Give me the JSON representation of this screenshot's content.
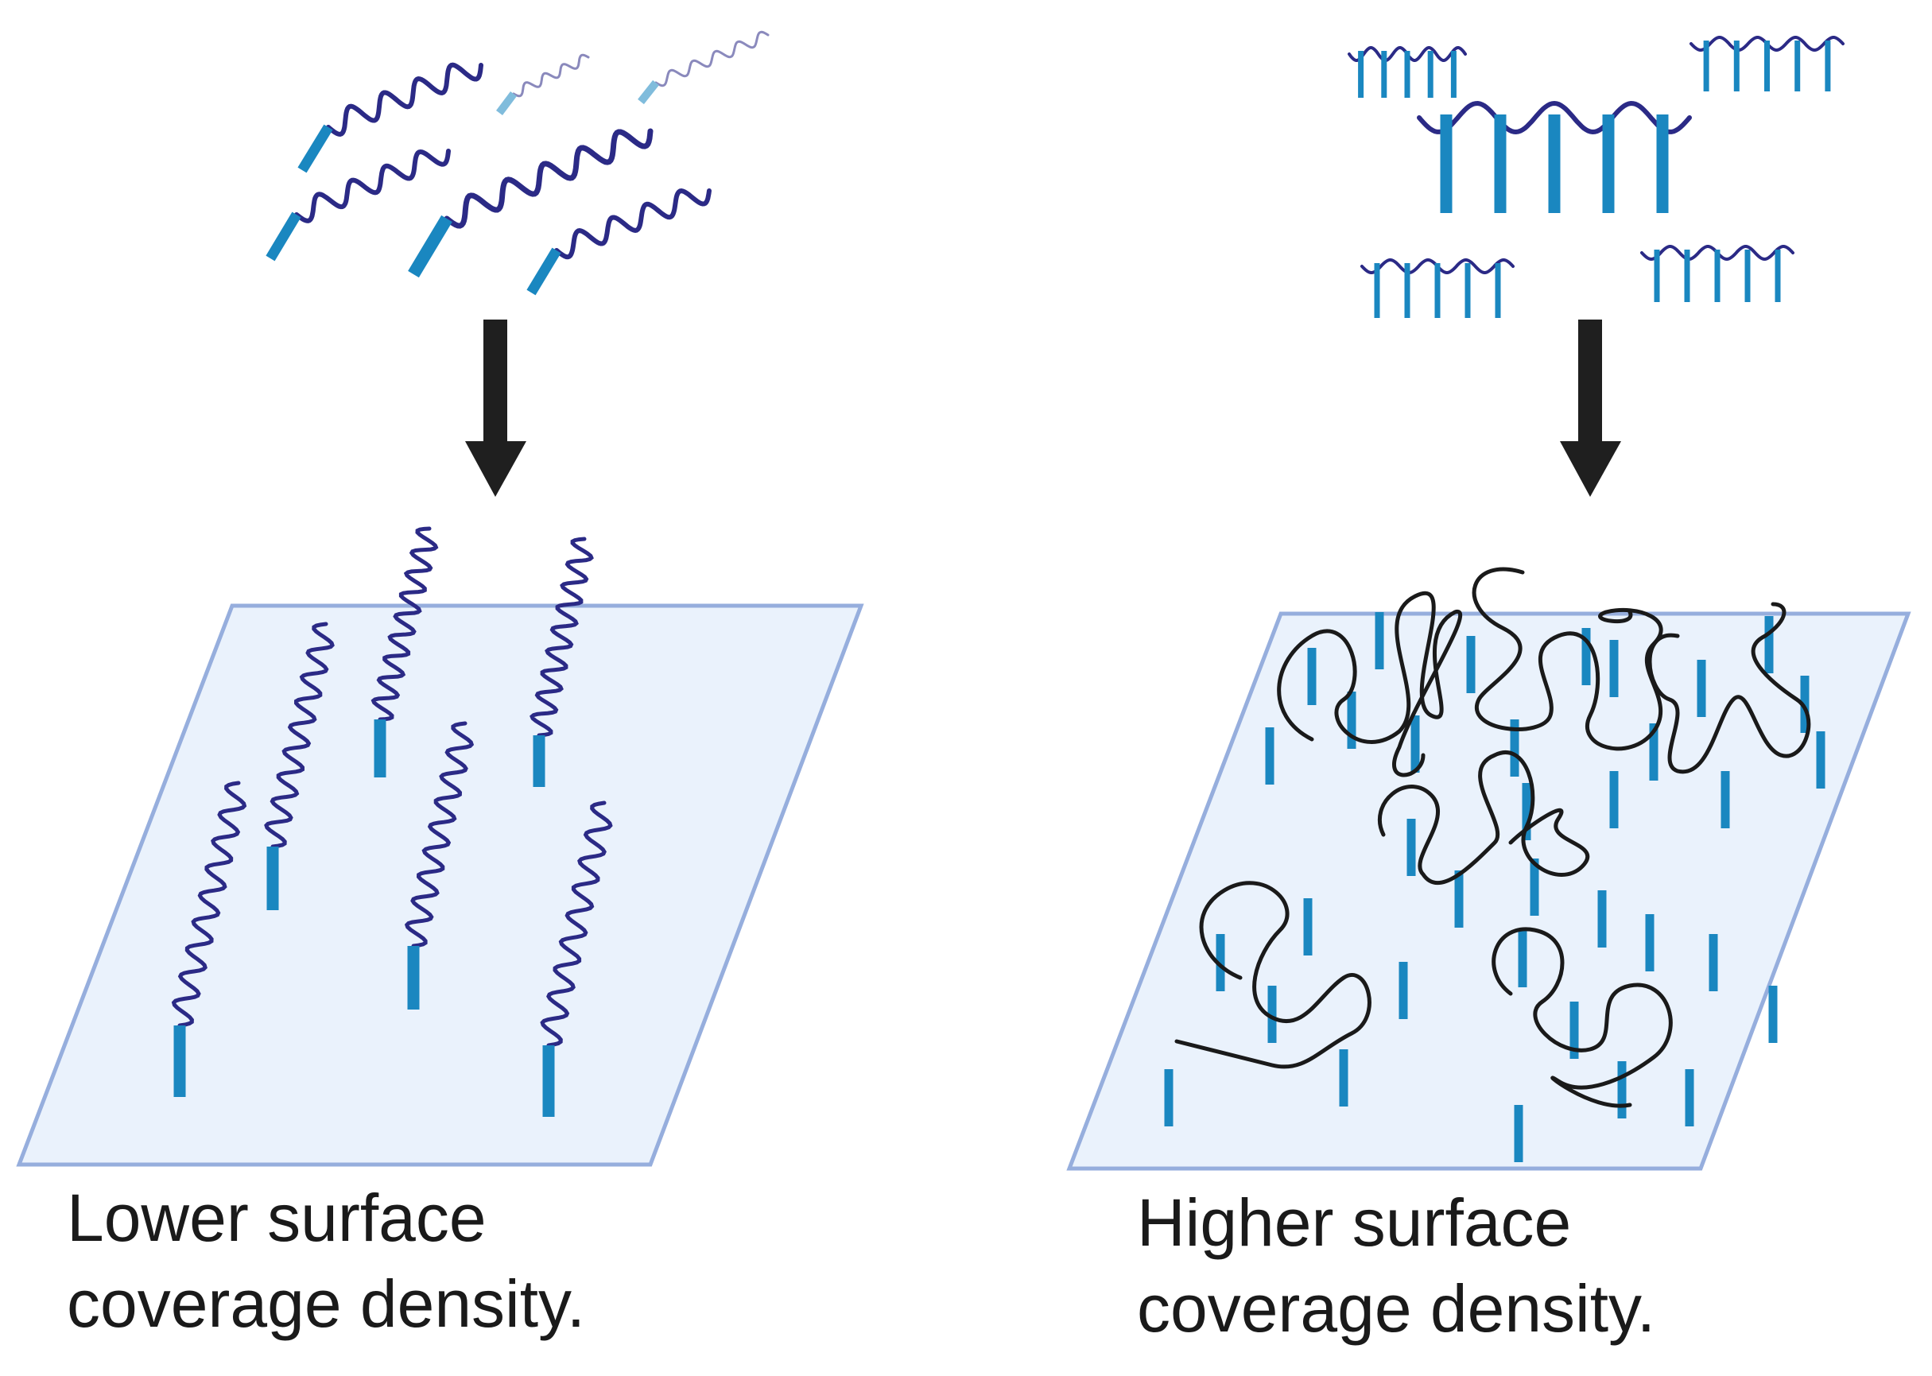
{
  "panels": [
    {
      "caption_line1": "Lower surface",
      "caption_line2": "coverage density."
    },
    {
      "caption_line1": "Higher surface",
      "caption_line2": "coverage density."
    }
  ],
  "colors": {
    "background": "#ffffff",
    "surface_fill": "#eaf2fc",
    "surface_stroke": "#96aedd",
    "polymer_chain": "#2b2a86",
    "anchor": "#1a87c0",
    "collapsed_chain": "#1a1a1a",
    "arrow": "#1f1f1f",
    "caption_text": "#1a1a1a"
  }
}
